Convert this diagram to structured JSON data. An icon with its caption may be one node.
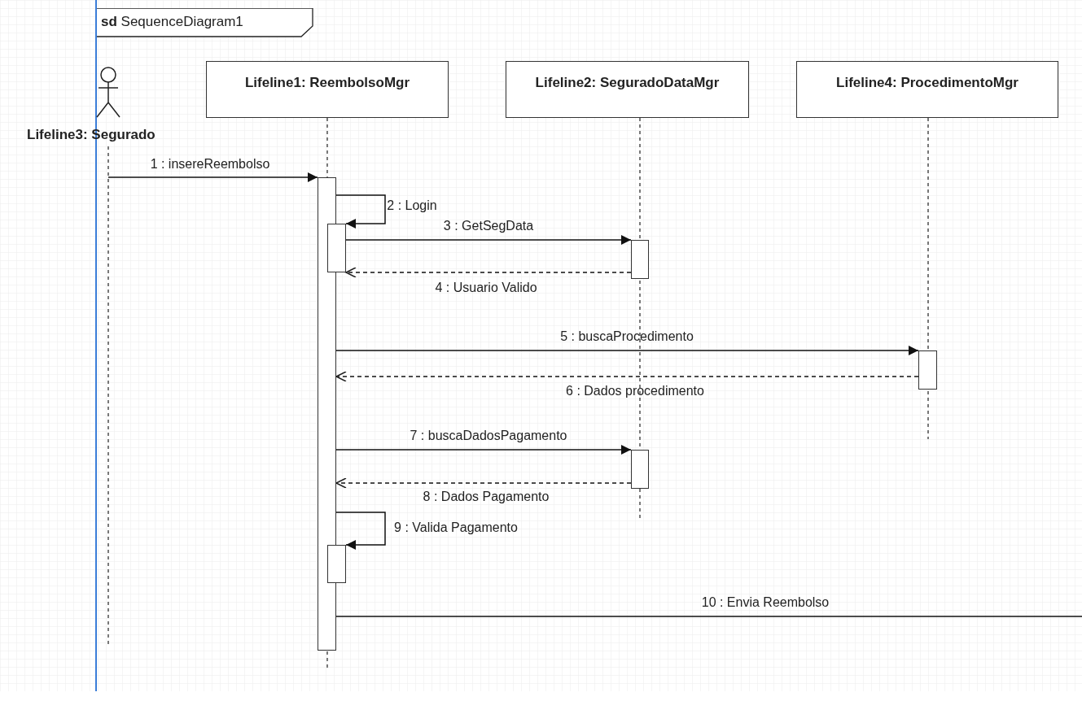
{
  "diagram": {
    "nodes": [
      {
        "text": [
          "**sd** SequenceDiagram1"
        ]
      },
      {
        "text": [
          "Lifeline3: Segurado"
        ]
      },
      {
        "text": [
          "Lifeline1: ReembolsoMgr"
        ]
      },
      {
        "text": [
          "Lifeline2: SeguradoDataMgr"
        ]
      },
      {
        "text": [
          "Lifeline4: ProcedimentoMgr"
        ]
      },
      {
        "text": [],
        "shape": "bar"
      },
      {
        "text": [],
        "shape": "bar"
      },
      {
        "text": [],
        "shape": "bar"
      },
      {
        "text": [],
        "shape": "bar"
      },
      {
        "text": [],
        "shape": "bar"
      },
      {
        "text": [],
        "shape": "bar"
      }
    ],
    "edges": [
      {
        "from": 1,
        "to": 5,
        "arrow": "to",
        "label": "1 : insereReembolso"
      },
      {
        "from": 5,
        "to": 6,
        "arrow": "to",
        "label": "2 : Login"
      },
      {
        "from": 6,
        "to": 7,
        "arrow": "to",
        "label": "3 : GetSegData"
      },
      {
        "from": 7,
        "to": 6,
        "arrow": "to",
        "style": "dashed",
        "label": "4 : Usuario Valido"
      },
      {
        "from": 5,
        "to": 8,
        "arrow": "to",
        "label": "5 : buscaProcedimento"
      },
      {
        "from": 8,
        "to": 5,
        "arrow": "to",
        "style": "dashed",
        "label": "6 : Dados procedimento"
      },
      {
        "from": 5,
        "to": 9,
        "arrow": "to",
        "label": "7 : buscaDadosPagamento"
      },
      {
        "from": 9,
        "to": 5,
        "arrow": "to",
        "style": "dashed",
        "label": "8 : Dados Pagamento"
      },
      {
        "from": 5,
        "to": 10,
        "arrow": "to",
        "label": "9 : Valida Pagamento"
      },
      {
        "from": 5,
        "to": null,
        "arrow": "none",
        "label": "10 : Envia Reembolso"
      }
    ]
  }
}
